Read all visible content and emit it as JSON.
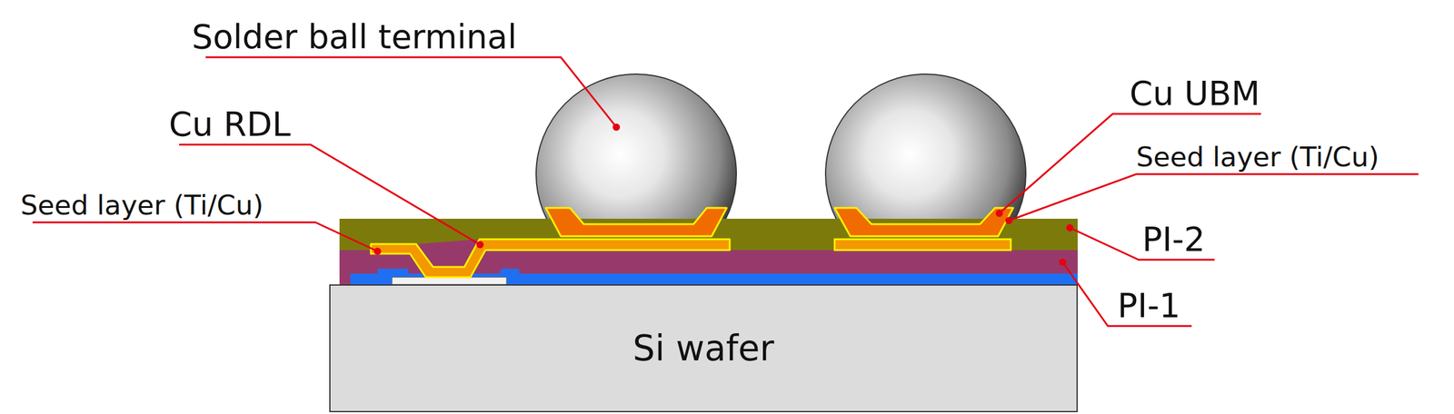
{
  "diagram": {
    "nodes": [
      {
        "text": [
          "Si wafer"
        ]
      }
    ],
    "labels": [
      "Solder ball terminal",
      "Cu RDL",
      "Seed layer (Ti/Cu)",
      "Cu UBM",
      "Seed layer (Ti/Cu)",
      "PI-2",
      "PI-1"
    ]
  }
}
